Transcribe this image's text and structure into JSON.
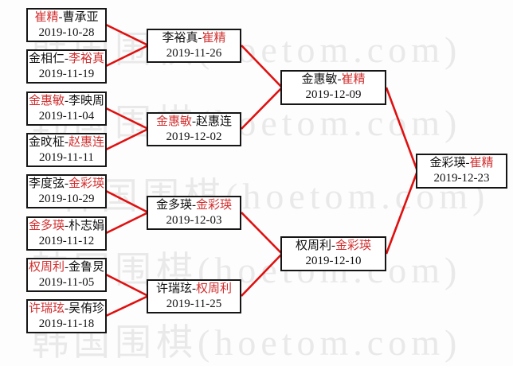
{
  "ui": {
    "separator": "-"
  },
  "colors": {
    "winner_text": "#d22f2f",
    "connector_line": "#e01010",
    "box_border": "#151515",
    "watermark": "#e9e9e9"
  },
  "watermark": {
    "text": "韩国围棋(hoetom.com)"
  },
  "rounds": [
    {
      "matches": [
        {
          "p1": "崔精",
          "p2": "曹承亚",
          "red": 1,
          "date": "2019-10-28"
        },
        {
          "p1": "金相仁",
          "p2": "李裕真",
          "red": 2,
          "date": "2019-11-19"
        },
        {
          "p1": "金惠敏",
          "p2": "李映周",
          "red": 1,
          "date": "2019-11-04"
        },
        {
          "p1": "金旼柾",
          "p2": "赵惠连",
          "red": 2,
          "date": "2019-11-11"
        },
        {
          "p1": "李度弦",
          "p2": "金彩瑛",
          "red": 2,
          "date": "2019-10-29"
        },
        {
          "p1": "金多瑛",
          "p2": "朴志娟",
          "red": 1,
          "date": "2019-11-12"
        },
        {
          "p1": "权周利",
          "p2": "金鲁炅",
          "red": 1,
          "date": "2019-11-05"
        },
        {
          "p1": "许瑞玹",
          "p2": "吴侑珍",
          "red": 1,
          "date": "2019-11-18"
        }
      ]
    },
    {
      "matches": [
        {
          "p1": "李裕真",
          "p2": "崔精",
          "red": 2,
          "date": "2019-11-26"
        },
        {
          "p1": "金惠敏",
          "p2": "赵惠连",
          "red": 1,
          "date": "2019-12-02"
        },
        {
          "p1": "金多瑛",
          "p2": "金彩瑛",
          "red": 2,
          "date": "2019-12-03"
        },
        {
          "p1": "许瑞玹",
          "p2": "权周利",
          "red": 2,
          "date": "2019-11-25"
        }
      ]
    },
    {
      "matches": [
        {
          "p1": "金惠敏",
          "p2": "崔精",
          "red": 2,
          "date": "2019-12-09"
        },
        {
          "p1": "权周利",
          "p2": "金彩瑛",
          "red": 2,
          "date": "2019-12-10"
        }
      ]
    },
    {
      "matches": [
        {
          "p1": "金彩瑛",
          "p2": "崔精",
          "red": 2,
          "date": "2019-12-23"
        }
      ]
    }
  ]
}
